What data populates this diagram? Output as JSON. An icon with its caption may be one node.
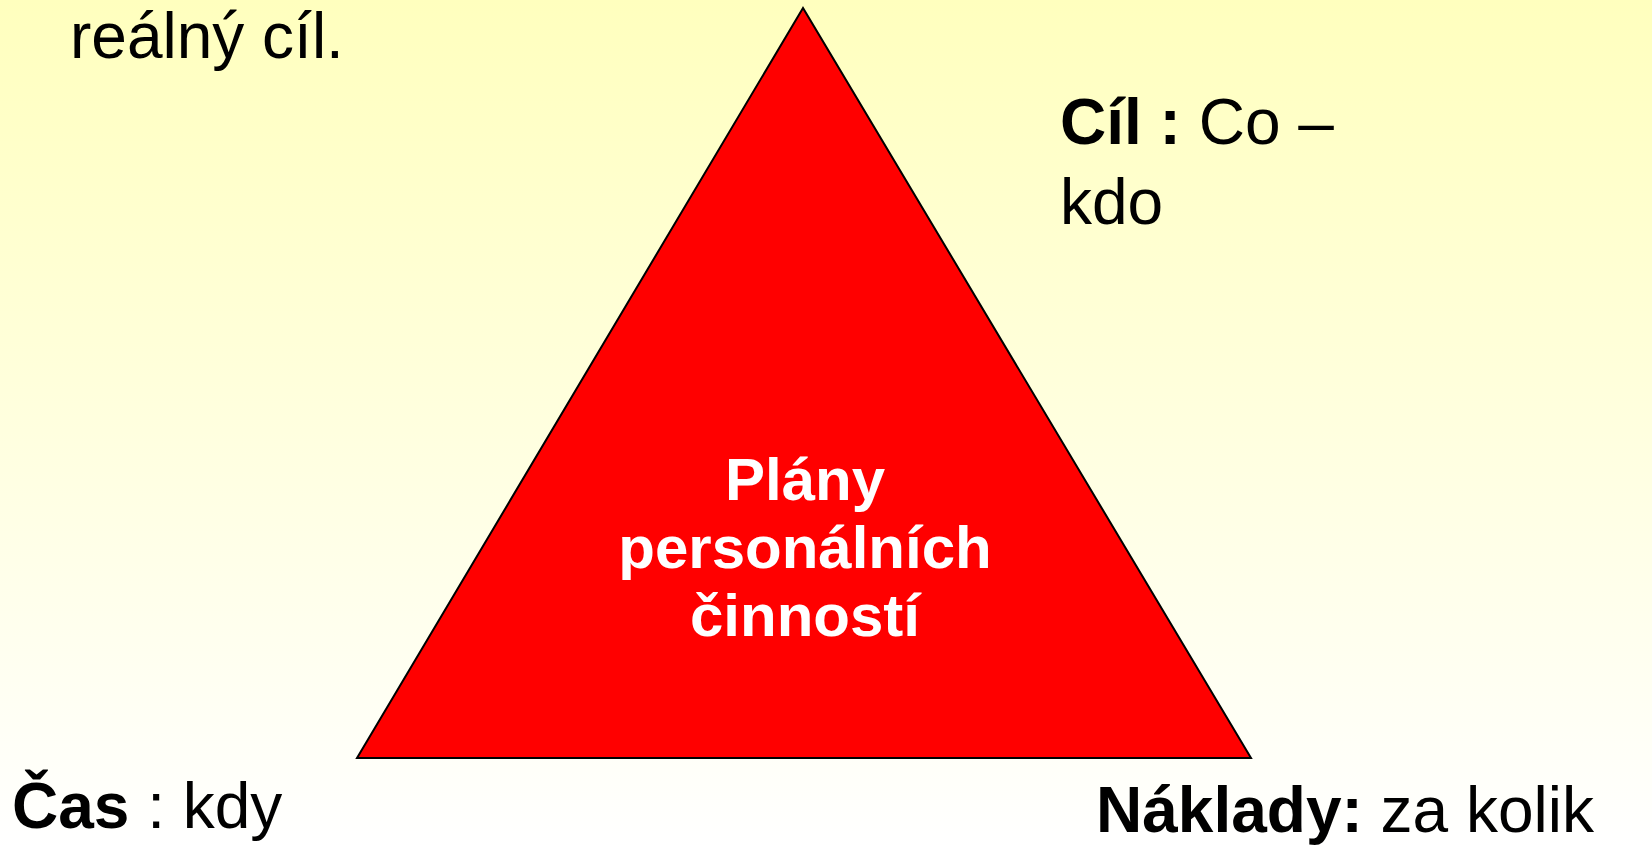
{
  "diagram": {
    "nodes": [
      {
        "text": [
          "Plány personálních činností"
        ]
      }
    ],
    "edges": [],
    "labels": [
      "reálný cíl.",
      "**Cíl :** Co – kdo",
      "**Čas** : kdy",
      "**Náklady:** za kolik"
    ]
  }
}
